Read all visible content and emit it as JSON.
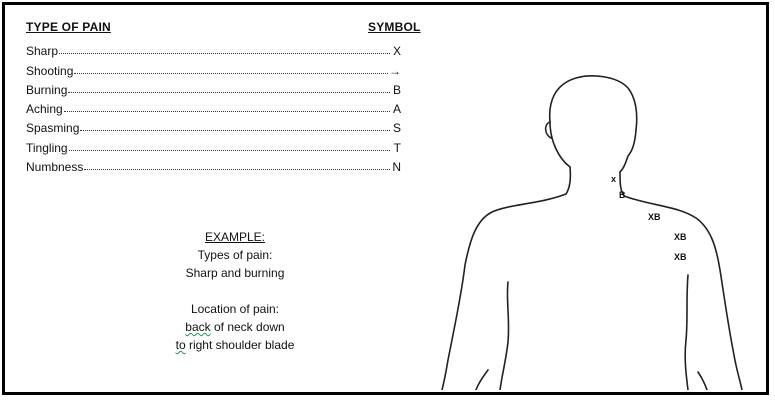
{
  "legend": {
    "header_type": "TYPE OF PAIN",
    "header_symbol": "SYMBOL",
    "rows": [
      {
        "name": "Sharp",
        "symbol": "X"
      },
      {
        "name": "Shooting",
        "symbol": "→"
      },
      {
        "name": "Burning",
        "symbol": "B"
      },
      {
        "name": "Aching",
        "symbol": "A"
      },
      {
        "name": "Spasming",
        "symbol": "S"
      },
      {
        "name": "Tingling",
        "symbol": "T"
      },
      {
        "name": "Numbness",
        "symbol": "N"
      }
    ]
  },
  "example": {
    "title": "EXAMPLE:",
    "types_label": "Types of pain:",
    "types_value": "Sharp and burning",
    "location_label": "Location of pain:",
    "location_word1": "back",
    "location_line1_rest": " of neck down",
    "location_word2": "to",
    "location_line2_rest": " right shoulder blade"
  },
  "marks": [
    "x",
    "B",
    "XB",
    "XB",
    "XB"
  ]
}
